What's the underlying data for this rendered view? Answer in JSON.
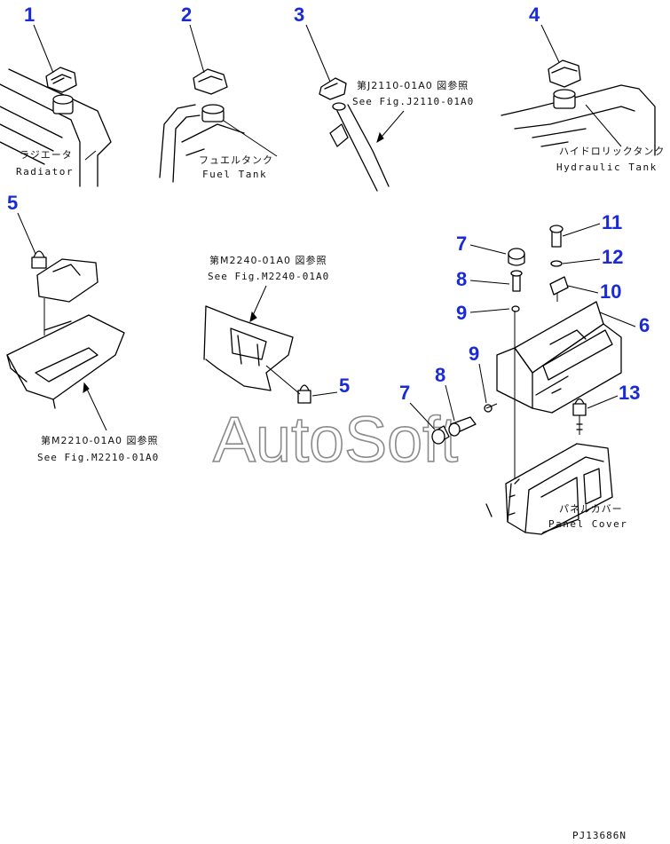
{
  "callouts": {
    "n1": "1",
    "n2": "2",
    "n3": "3",
    "n4": "4",
    "n5a": "5",
    "n5b": "5",
    "n6": "6",
    "n7a": "7",
    "n7b": "7",
    "n8a": "8",
    "n8b": "8",
    "n9a": "9",
    "n9b": "9",
    "n10": "10",
    "n11": "11",
    "n12": "12",
    "n13": "13"
  },
  "labels": {
    "radiator_jp": "ラジエータ",
    "radiator_en": "Radiator",
    "fuel_tank_jp": "フュエルタンク",
    "fuel_tank_en": "Fuel Tank",
    "hydraulic_tank_jp": "ハイドロリックタンク",
    "hydraulic_tank_en": "Hydraulic Tank",
    "panel_cover_jp": "パネルカバー",
    "panel_cover_en": "Panel Cover"
  },
  "references": {
    "j2110_jp": "第J2110-01A0 図参照",
    "j2110_en": "See Fig.J2110-01A0",
    "m2240_jp": "第M2240-01A0 図参照",
    "m2240_en": "See Fig.M2240-01A0",
    "m2210_jp": "第M2210-01A0 図参照",
    "m2210_en": "See Fig.M2210-01A0"
  },
  "watermark": "AutoSoft",
  "drawing_code": "PJ13686N",
  "colors": {
    "callout": "#1a2bd6",
    "line": "#000000",
    "watermark": "#8a8a8a"
  }
}
